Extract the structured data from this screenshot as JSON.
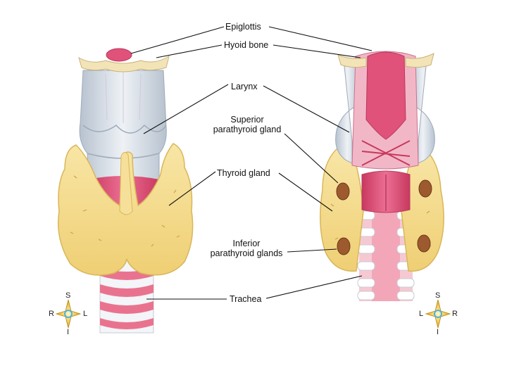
{
  "labels": {
    "epiglottis": "Epiglottis",
    "hyoid_bone": "Hyoid bone",
    "larynx": "Larynx",
    "superior_parathyroid": [
      "Superior",
      "parathyroid gland"
    ],
    "thyroid_gland": "Thyroid gland",
    "inferior_parathyroid": [
      "Inferior",
      "parathyroid glands"
    ],
    "trachea": "Trachea"
  },
  "compass_left": {
    "top": "S",
    "left": "R",
    "right": "L",
    "bottom": "I"
  },
  "compass_right": {
    "top": "S",
    "left": "L",
    "right": "R",
    "bottom": "I"
  },
  "colors": {
    "thyroid": "#f5dc8f",
    "thyroid_edge": "#d9b65a",
    "cartilage": "#dfe6ee",
    "cartilage_shadow": "#b9c4d1",
    "tissue_pink": "#e0527a",
    "parathyroid": "#9c5a2e",
    "hyoid": "#f3e4b8",
    "leader_line": "#111111"
  }
}
